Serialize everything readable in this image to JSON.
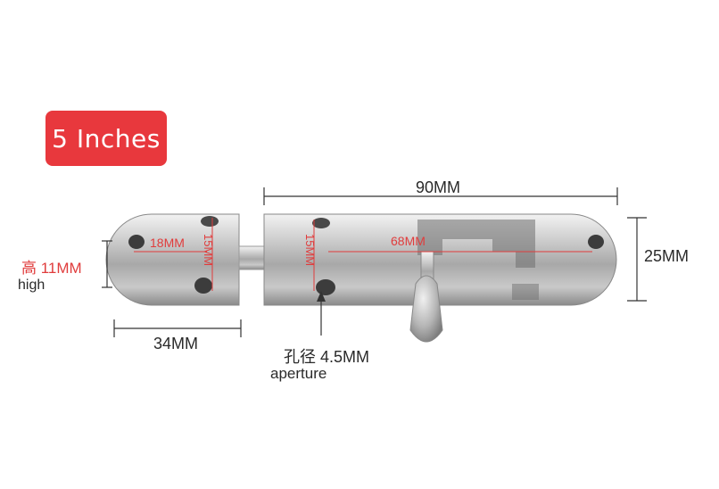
{
  "badge": {
    "text": "5 Inches"
  },
  "dimensions": {
    "total_length": "90MM",
    "height": "25MM",
    "left_section_length": "34MM",
    "slot_length": "68MM",
    "hole_spacing": "18MM",
    "section_height_1": "15MM",
    "section_height_2": "15MM",
    "bolt_height_cn": "高 11MM",
    "bolt_height_en": "high",
    "aperture_cn": "孔径 4.5MM",
    "aperture_en": "aperture"
  },
  "colors": {
    "badge": "#e8383d",
    "annotation_red": "#e03c3c",
    "dimension_line": "#333333"
  }
}
